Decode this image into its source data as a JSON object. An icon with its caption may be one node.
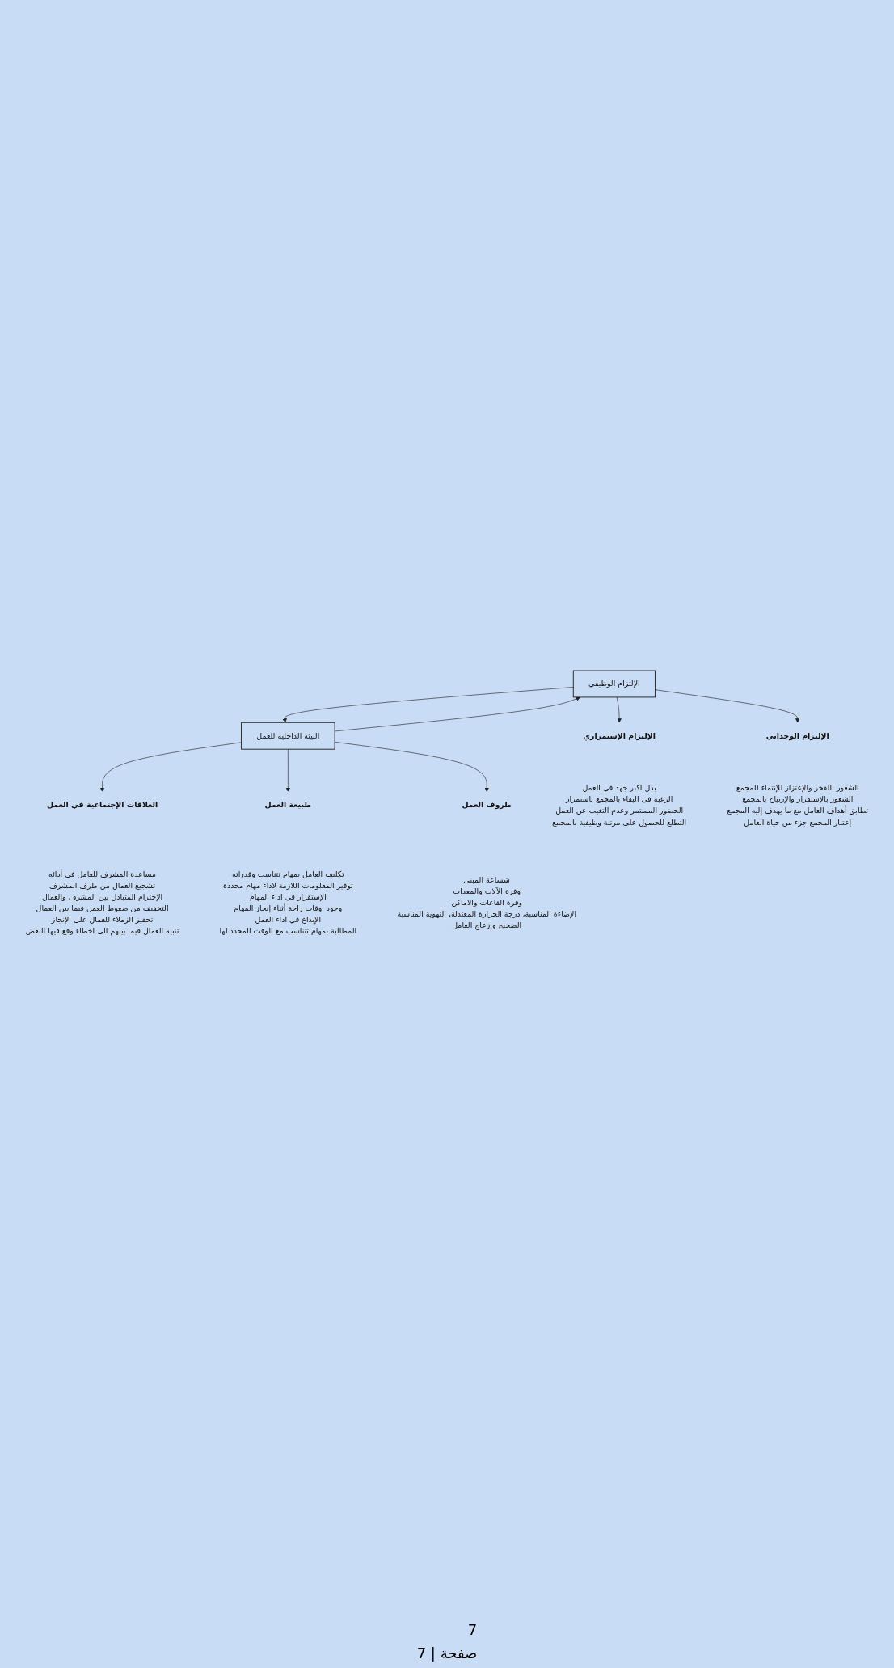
{
  "diagram": {
    "nodes": [
      {
        "text": [
          "الإلتزام الوظيفي"
        ]
      },
      {
        "text": [
          "البيئة الداخلية للعمل"
        ]
      },
      {
        "text": [
          "العلاقات الإجتماعية في العمل"
        ]
      },
      {
        "text": [
          "طبيعة العمل"
        ]
      },
      {
        "text": [
          "ظروف العمل"
        ]
      },
      {
        "text": [
          "مساعدة المشرف للعامل في أدائه",
          "تشجيع العمال من طرف المشرف",
          "الإحترام المتبادل بين المشرف والعمال",
          "التخفيف من ضغوط العمل فيما بين العمال",
          "تحفيز الزملاء للعمال على الإنجاز",
          "تنبيه العمال فيما بينهم الى اخطاء وقع فيها البعض"
        ]
      },
      {
        "text": [
          "تكليف العامل بمهام تتناسب وقدراته",
          "توفير المعلومات اللازمة لاداء مهام محددة",
          "الإستقرار في اداء المهام",
          "وجود اوقات راحة أثناء إنجاز المهام",
          "الإبداع في اداء العمل",
          "المطالبة بمهام تتناسب مع الوقت المحدد لها"
        ]
      },
      {
        "text": [
          "شساعة المبنى",
          "وفرة الآلات والمعدات",
          "وفرة القاعات والاماكن",
          "الإضاءة المناسبة، درجة الحرارة المعتدلة، التهوية المناسبة",
          "الضجيج وإزعاج العامل"
        ]
      },
      {
        "text": [
          "الإلتزام الإستمراري"
        ]
      },
      {
        "text": [
          "الإلتزام الوجداني"
        ]
      },
      {
        "text": [
          "بذل اكبر جهد في العمل",
          "الرغبة في البقاء بالمجمع باستمرار",
          "الحضور المستمر وعدم التغيب عن العمل",
          "التطلع للحصول على مرتبة وظيفية بالمجمع"
        ]
      },
      {
        "text": [
          "الشعور بالفخر والإعتزاز للإنتماء للمجمع",
          "الشعور بالإستقرار والإرتياح بالمجمع",
          "تطابق أهداف العامل مع ما يهدف إليه المجمع",
          "إعتبار المجمع جزء من حياة العامل"
        ]
      }
    ],
    "edges": [
      {
        "from": 1,
        "to": 0,
        "arrow": "to"
      },
      {
        "from": 0,
        "to": 1,
        "arrow": "to"
      },
      {
        "from": 1,
        "to": 2,
        "arrow": "to"
      },
      {
        "from": 1,
        "to": 3,
        "arrow": "to"
      },
      {
        "from": 1,
        "to": 4,
        "arrow": "to"
      },
      {
        "from": 0,
        "to": 8,
        "arrow": "to"
      },
      {
        "from": 0,
        "to": 9,
        "arrow": "to"
      }
    ],
    "labels": [
      "7",
      "صفحة | 7"
    ]
  }
}
